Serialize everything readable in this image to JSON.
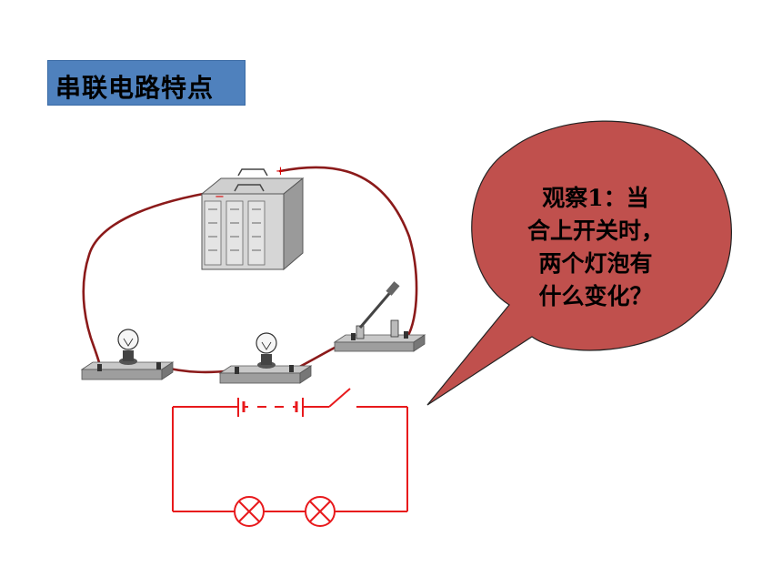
{
  "title": "串联电路特点",
  "bubble": {
    "lines": [
      "观察1：当",
      "合上开关时，",
      "两个灯泡有",
      "什么变化？"
    ]
  },
  "colors": {
    "title_bg": "#4f81bd",
    "bubble_fill": "#c0504d",
    "wire": "#8b1a1a",
    "schematic": "#e8191c"
  },
  "battery_marks": {
    "positive": "+",
    "negative": "−"
  }
}
